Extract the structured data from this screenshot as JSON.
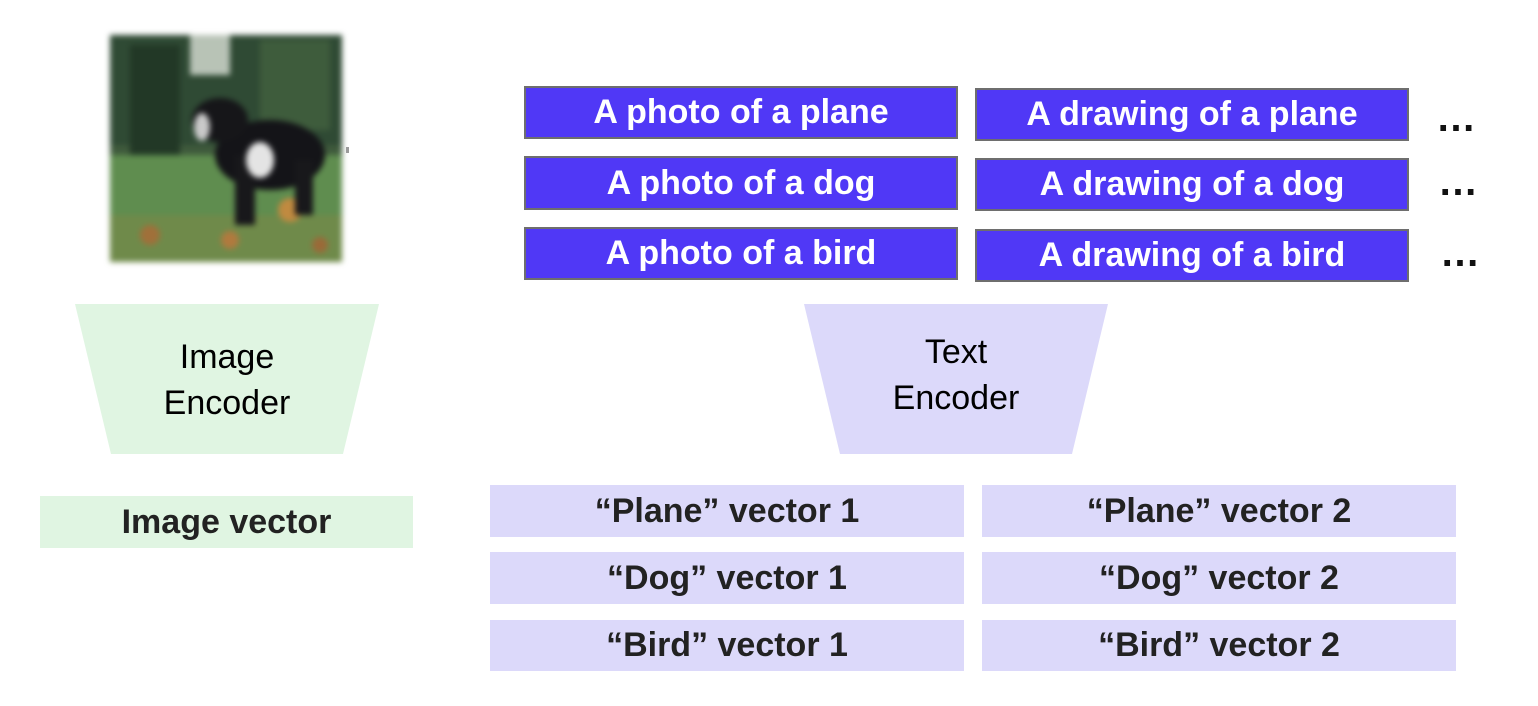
{
  "diagram": {
    "input_image": {
      "icon": "dog-photo",
      "description": "Blurry photo of a black and white dog on grass"
    },
    "prompts": {
      "rows": [
        [
          "A photo of a plane",
          "A drawing of a plane"
        ],
        [
          "A photo of a dog",
          "A drawing of a dog"
        ],
        [
          "A photo of a bird",
          "A drawing of a bird"
        ]
      ],
      "continuation": "…",
      "color": "#5038f6"
    },
    "image_encoder": {
      "line1": "Image",
      "line2": "Encoder",
      "color": "#e0f5e2"
    },
    "text_encoder": {
      "line1": "Text",
      "line2": "Encoder",
      "color": "#dcd9fa"
    },
    "image_vector": {
      "label": "Image vector"
    },
    "text_vectors": {
      "rows": [
        [
          "“Plane” vector 1",
          "“Plane” vector 2"
        ],
        [
          "“Dog” vector 1",
          "“Dog” vector 2"
        ],
        [
          "“Bird” vector 1",
          "“Bird” vector 2"
        ]
      ]
    }
  }
}
